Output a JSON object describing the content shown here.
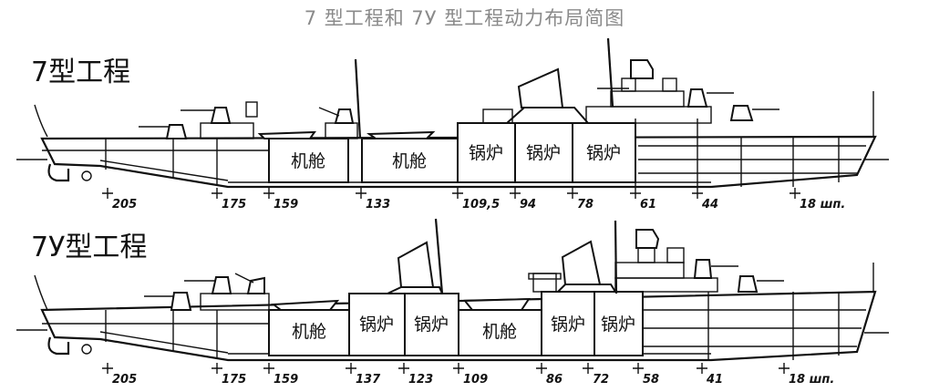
{
  "title": "7 型工程和 7У 型工程动力布局简图",
  "ships": [
    {
      "label": "7型工程",
      "rooms": [
        "机舱",
        "机舱",
        "锅炉",
        "锅炉",
        "锅炉"
      ],
      "frames": [
        "205",
        "175",
        "159",
        "133",
        "109,5",
        "94",
        "78",
        "61",
        "44",
        "18 шп."
      ]
    },
    {
      "label": "7У型工程",
      "rooms": [
        "机舱",
        "锅炉",
        "锅炉",
        "机舱",
        "锅炉",
        "锅炉"
      ],
      "frames": [
        "205",
        "175",
        "159",
        "137",
        "123",
        "109",
        "86",
        "72",
        "58",
        "41",
        "18 шп."
      ]
    }
  ]
}
